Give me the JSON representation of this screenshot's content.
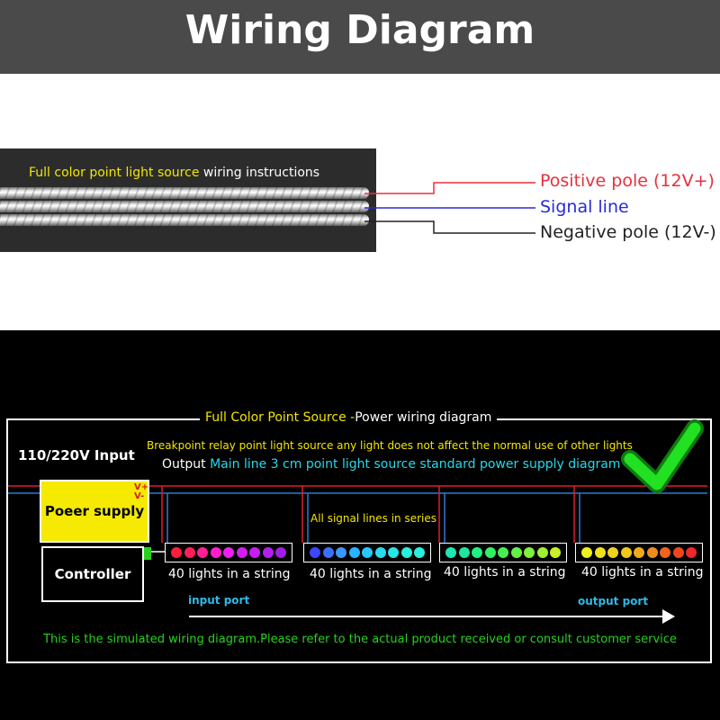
{
  "header": {
    "title": "Wiring Diagram"
  },
  "cable": {
    "caption_highlight": "Full color point light source",
    "caption_rest": " wiring  instructions",
    "wires": [
      {
        "label": "Positive pole (12V+)",
        "color": "#e8303c"
      },
      {
        "label": "Signal line",
        "color": "#2a2ad8"
      },
      {
        "label": "Negative pole (12V-)",
        "color": "#222222"
      }
    ]
  },
  "diagram": {
    "frame_title_highlight": "Full Color Point Source -",
    "frame_title_rest": "Power wiring diagram",
    "input_label": "110/220V Input",
    "note_breakpoint": "Breakpoint relay point light source any light does not affect the normal use of other lights",
    "note_output_prefix": "Output ",
    "note_output_highlight": "Main line 3 cm point light source standard power supply diagram",
    "power_supply_label": "Poeer supply",
    "vplus": "V+",
    "vminus": "V-",
    "signal_note": "All signal lines in series",
    "controller_label": "Controller",
    "strings": [
      {
        "label": "40 lights in a string",
        "colors": [
          "#ff1e3c",
          "#ff1e5a",
          "#ff1e96",
          "#ff1ecc",
          "#f01ef0",
          "#d21ef0",
          "#c81ef0",
          "#b41ef0",
          "#a01ee6"
        ]
      },
      {
        "label": "40 lights in a string",
        "colors": [
          "#3c46ff",
          "#3c6eff",
          "#3c96ff",
          "#28b4ff",
          "#28c8ff",
          "#28dcf0",
          "#28e6e6",
          "#28f0dc",
          "#28f0dc"
        ]
      },
      {
        "label": "40 lights in a string",
        "colors": [
          "#1ee6b4",
          "#1ee69b",
          "#1ef082",
          "#32f064",
          "#46f050",
          "#64f046",
          "#82f03c",
          "#a0f032",
          "#c8f028"
        ]
      },
      {
        "label": "40 lights in a string",
        "colors": [
          "#f0f01e",
          "#f0e11e",
          "#f0d21e",
          "#f0c81e",
          "#f0aa1e",
          "#f08c1e",
          "#f0641e",
          "#f0461e",
          "#f02828"
        ]
      }
    ],
    "input_port": "input port",
    "output_port": "output port",
    "footer_note": "This is the simulated wiring diagram.Please refer to the actual product received or consult customer service",
    "colors": {
      "accent_yellow": "#f2e600",
      "accent_cyan": "#27d8e8",
      "accent_green": "#27d11e",
      "port_blue": "#2fb8e8",
      "positive_line": "#e01e2e",
      "signal_line": "#2a7ad8",
      "check_green": "#22e022"
    }
  }
}
